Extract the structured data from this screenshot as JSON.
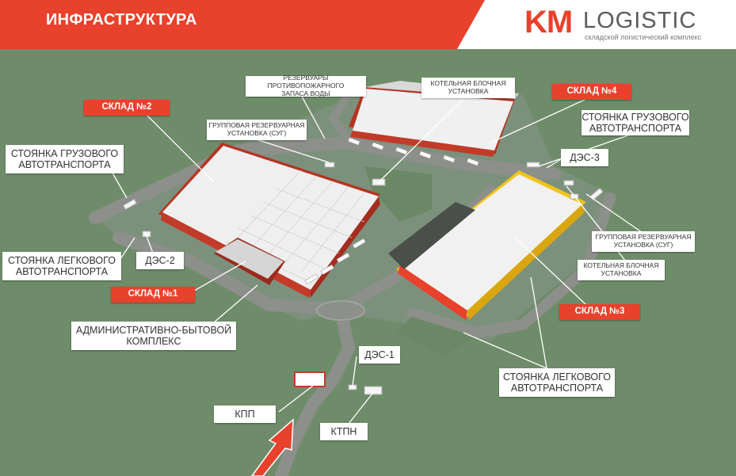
{
  "header": {
    "title": "ИНФРАСТРУКТУРА",
    "logo_mark": "KM",
    "logo_word": "LOGISTIC",
    "logo_subtitle": "складской логистический комплекс"
  },
  "colors": {
    "brand_red": "#e8412c",
    "ground": "#6f8c6a",
    "road": "#8c8f8a",
    "roof": "#eeeeee",
    "accent_yellow": "#f2c318"
  },
  "map_labels": {
    "warehouse_2": "СКЛАД №2",
    "warehouse_4": "СКЛАД №4",
    "warehouse_1": "СКЛАД №1",
    "warehouse_3": "СКЛАД №3",
    "fire_water_tanks": "РЕЗЕРВУАРЫ ПРОТИВОПОЖАРНОГО\nЗАПАСА ВОДЫ",
    "boiler_top": "КОТЕЛЬНАЯ БЛОЧНАЯ\nУСТАНОВКА",
    "gas_tank_top": "ГРУППОВАЯ РЕЗЕРВУАРНАЯ\nУСТАНОВКА (СУГ)",
    "truck_parking_left": "СТОЯНКА ГРУЗОВОГО\nАВТОТРАНСПОРТА",
    "truck_parking_right": "СТОЯНКА ГРУЗОВОГО\nАВТОТРАНСПОРТА",
    "des_3": "ДЭС-3",
    "des_2": "ДЭС-2",
    "des_1": "ДЭС-1",
    "gas_tank_right": "ГРУППОВАЯ РЕЗЕРВУАРНАЯ\nУСТАНОВКА (СУГ)",
    "boiler_right": "КОТЕЛЬНАЯ БЛОЧНАЯ\nУСТАНОВКА",
    "car_parking_left": "СТОЯНКА ЛЕГКОВОГО\nАВТОТРАНСПОРТА",
    "car_parking_right": "СТОЯНКА ЛЕГКОВОГО\nАВТОТРАНСПОРТА",
    "admin_complex": "АДМИНИСТРАТИВНО-БЫТОВОЙ\nКОМПЛЕКС",
    "checkpoint": "КПП",
    "transformer": "КТПН"
  }
}
